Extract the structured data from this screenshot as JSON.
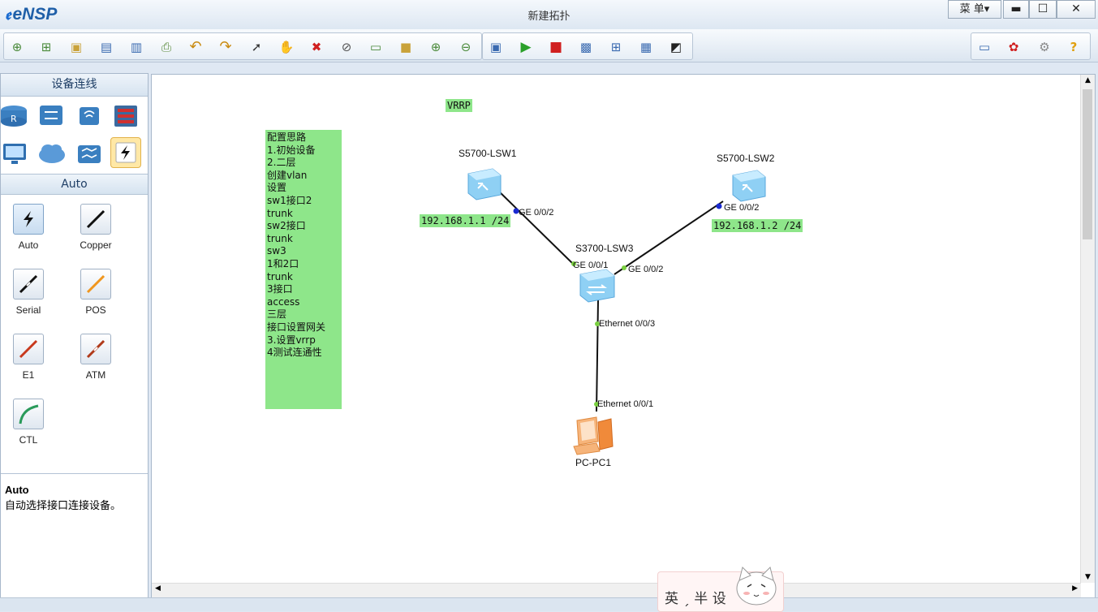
{
  "app": {
    "name": "eNSP",
    "window_title": "新建拓扑"
  },
  "window_controls": {
    "menu": "菜 单▾",
    "minimize": "▬",
    "maximize": "☐",
    "close": "✕"
  },
  "sidebar": {
    "header": "设备连线",
    "sub_header": "Auto",
    "cables": [
      {
        "label": "Auto",
        "color": "#1a1a1a"
      },
      {
        "label": "Copper",
        "color": "#1a1a1a"
      },
      {
        "label": "Serial",
        "color": "#1a1a1a"
      },
      {
        "label": "POS",
        "color": "#f0961e"
      },
      {
        "label": "E1",
        "color": "#c8391d"
      },
      {
        "label": "ATM",
        "color": "#b03a1a"
      },
      {
        "label": "CTL",
        "color": "#2a9a5a"
      }
    ],
    "description": {
      "title": "Auto",
      "text": "自动选择接口连接设备。"
    }
  },
  "topology": {
    "title_tag": "VRRP",
    "note_lines": [
      "配置思路",
      "1.初始设备",
      "2.二层",
      "创建vlan",
      "设置",
      "sw1接口2",
      "trunk",
      "sw2接口",
      "trunk",
      "sw3",
      "1和2口",
      "trunk",
      "3接口",
      "access",
      "三层",
      "接口设置网关",
      "3.设置vrrp",
      "4测试连通性"
    ],
    "devices": {
      "lsw1": "S5700-LSW1",
      "lsw2": "S5700-LSW2",
      "lsw3": "S3700-LSW3",
      "pc1": "PC-PC1"
    },
    "ip_tags": {
      "lsw1": "192.168.1.1 /24",
      "lsw2": "192.168.1.2 /24"
    },
    "ports": {
      "lsw1_down": "GE 0/0/2",
      "lsw2_down": "GE 0/0/2",
      "lsw3_left": "GE 0/0/1",
      "lsw3_right": "GE 0/0/2",
      "lsw3_down": "Ethernet 0/0/3",
      "pc1_up": "Ethernet 0/0/1"
    }
  },
  "sticker": {
    "text": "英 ˏ 半 设"
  }
}
